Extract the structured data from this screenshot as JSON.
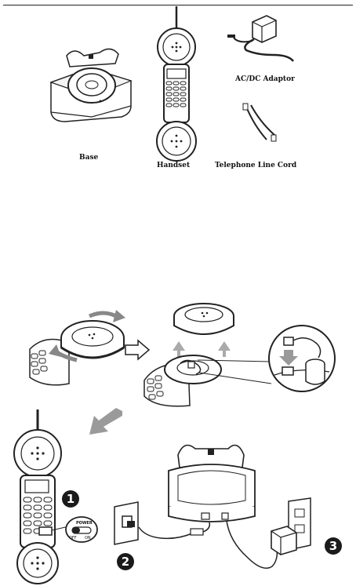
{
  "captions": {
    "base": "Base",
    "handset": "Handset",
    "adaptor": "AC/DC Adaptor",
    "cord": "Telephone Line Cord"
  },
  "steps": {
    "one": "1",
    "two": "2",
    "three": "3"
  },
  "switch_labels": {
    "power": "POWER",
    "off": "OFF",
    "on": "ON"
  },
  "colors": {
    "ink": "#1a1a1a",
    "arrow_fill": "#9a9a9a",
    "gray": "#cfcfcf"
  }
}
